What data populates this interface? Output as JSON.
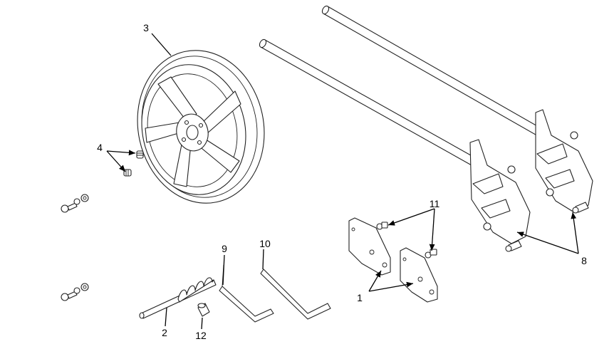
{
  "diagram": {
    "callouts": [
      {
        "id": "c1",
        "label": "1"
      },
      {
        "id": "c2",
        "label": "2"
      },
      {
        "id": "c3",
        "label": "3"
      },
      {
        "id": "c4",
        "label": "4"
      },
      {
        "id": "c8",
        "label": "8"
      },
      {
        "id": "c9",
        "label": "9"
      },
      {
        "id": "c10",
        "label": "10"
      },
      {
        "id": "c11",
        "label": "11"
      },
      {
        "id": "c12",
        "label": "12"
      }
    ]
  }
}
